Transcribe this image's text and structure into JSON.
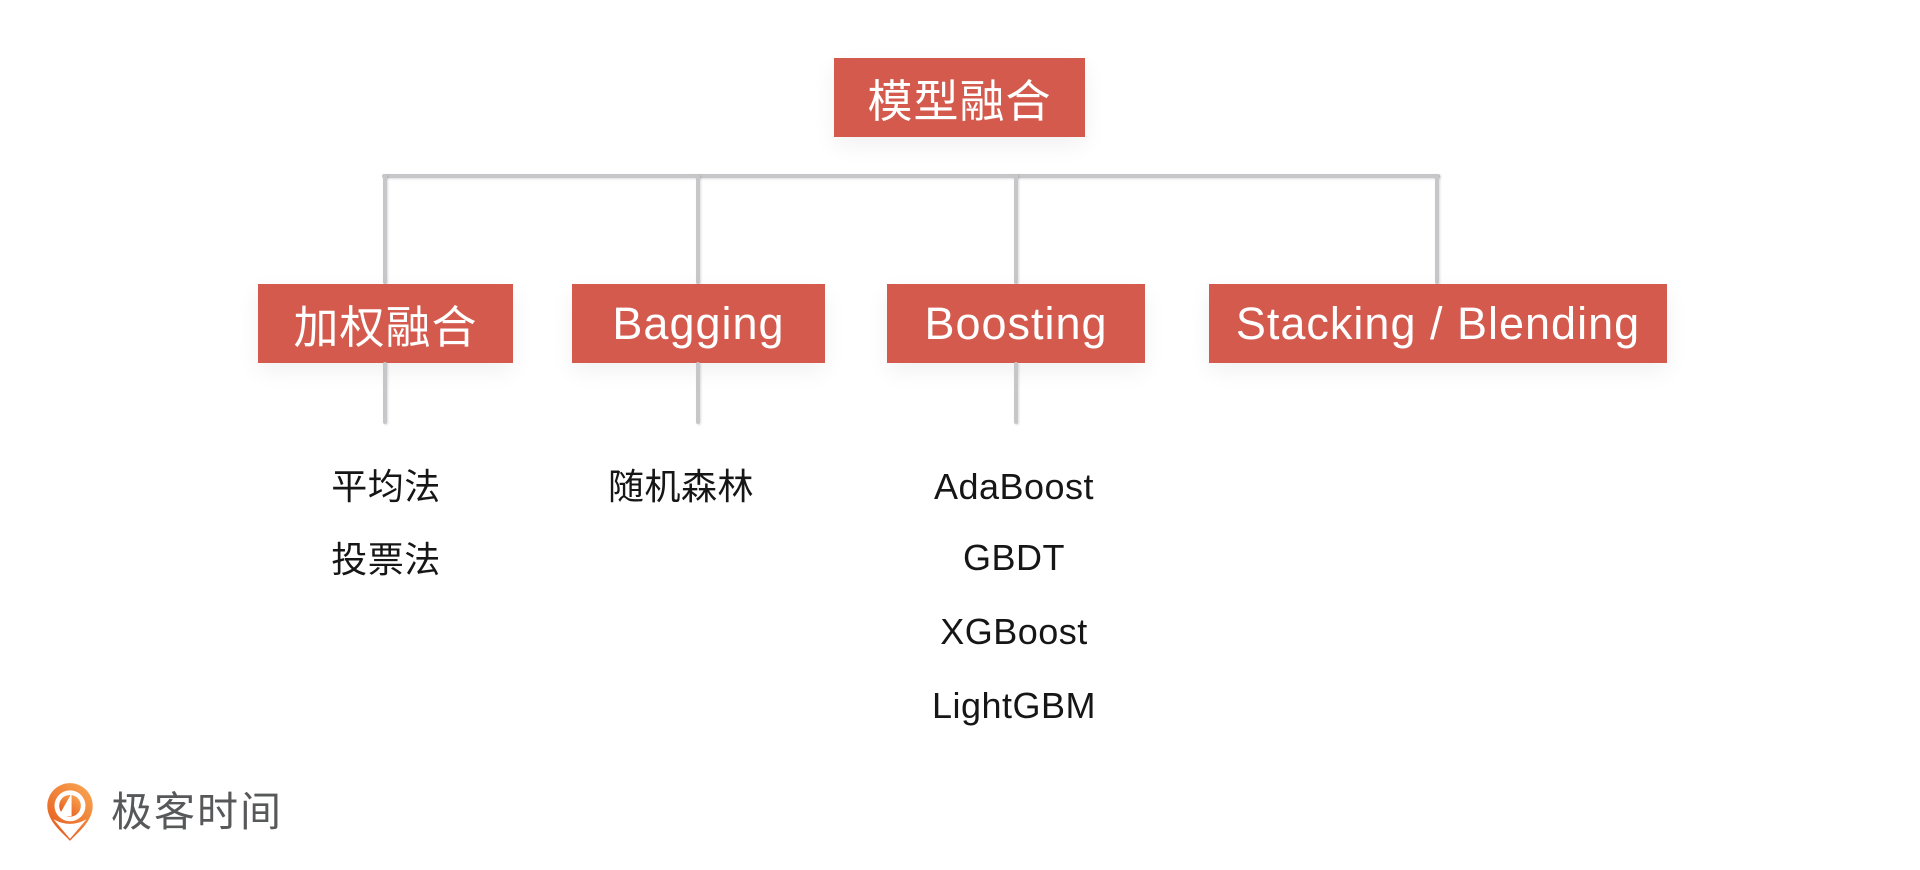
{
  "colors": {
    "node_bg": "#d45a4d",
    "node_text": "#ffffff",
    "line": "#c7c7c9",
    "leaf_text": "#161616",
    "logo_text": "#57585a",
    "logo_orange_light": "#f8a04d",
    "logo_orange_dark": "#e55a1e",
    "page_bg": "#ffffff"
  },
  "tree": {
    "root": {
      "label": "模型融合"
    },
    "branches": [
      {
        "label": "加权融合",
        "children": [
          {
            "label": "平均法"
          },
          {
            "label": "投票法"
          }
        ]
      },
      {
        "label": "Bagging",
        "children": [
          {
            "label": "随机森林"
          }
        ]
      },
      {
        "label": "Boosting",
        "children": [
          {
            "label": "AdaBoost"
          },
          {
            "label": "GBDT"
          },
          {
            "label": "XGBoost"
          },
          {
            "label": "LightGBM"
          }
        ]
      },
      {
        "label": "Stacking / Blending",
        "children": []
      }
    ]
  },
  "footer": {
    "logo_text": "极客时间"
  }
}
